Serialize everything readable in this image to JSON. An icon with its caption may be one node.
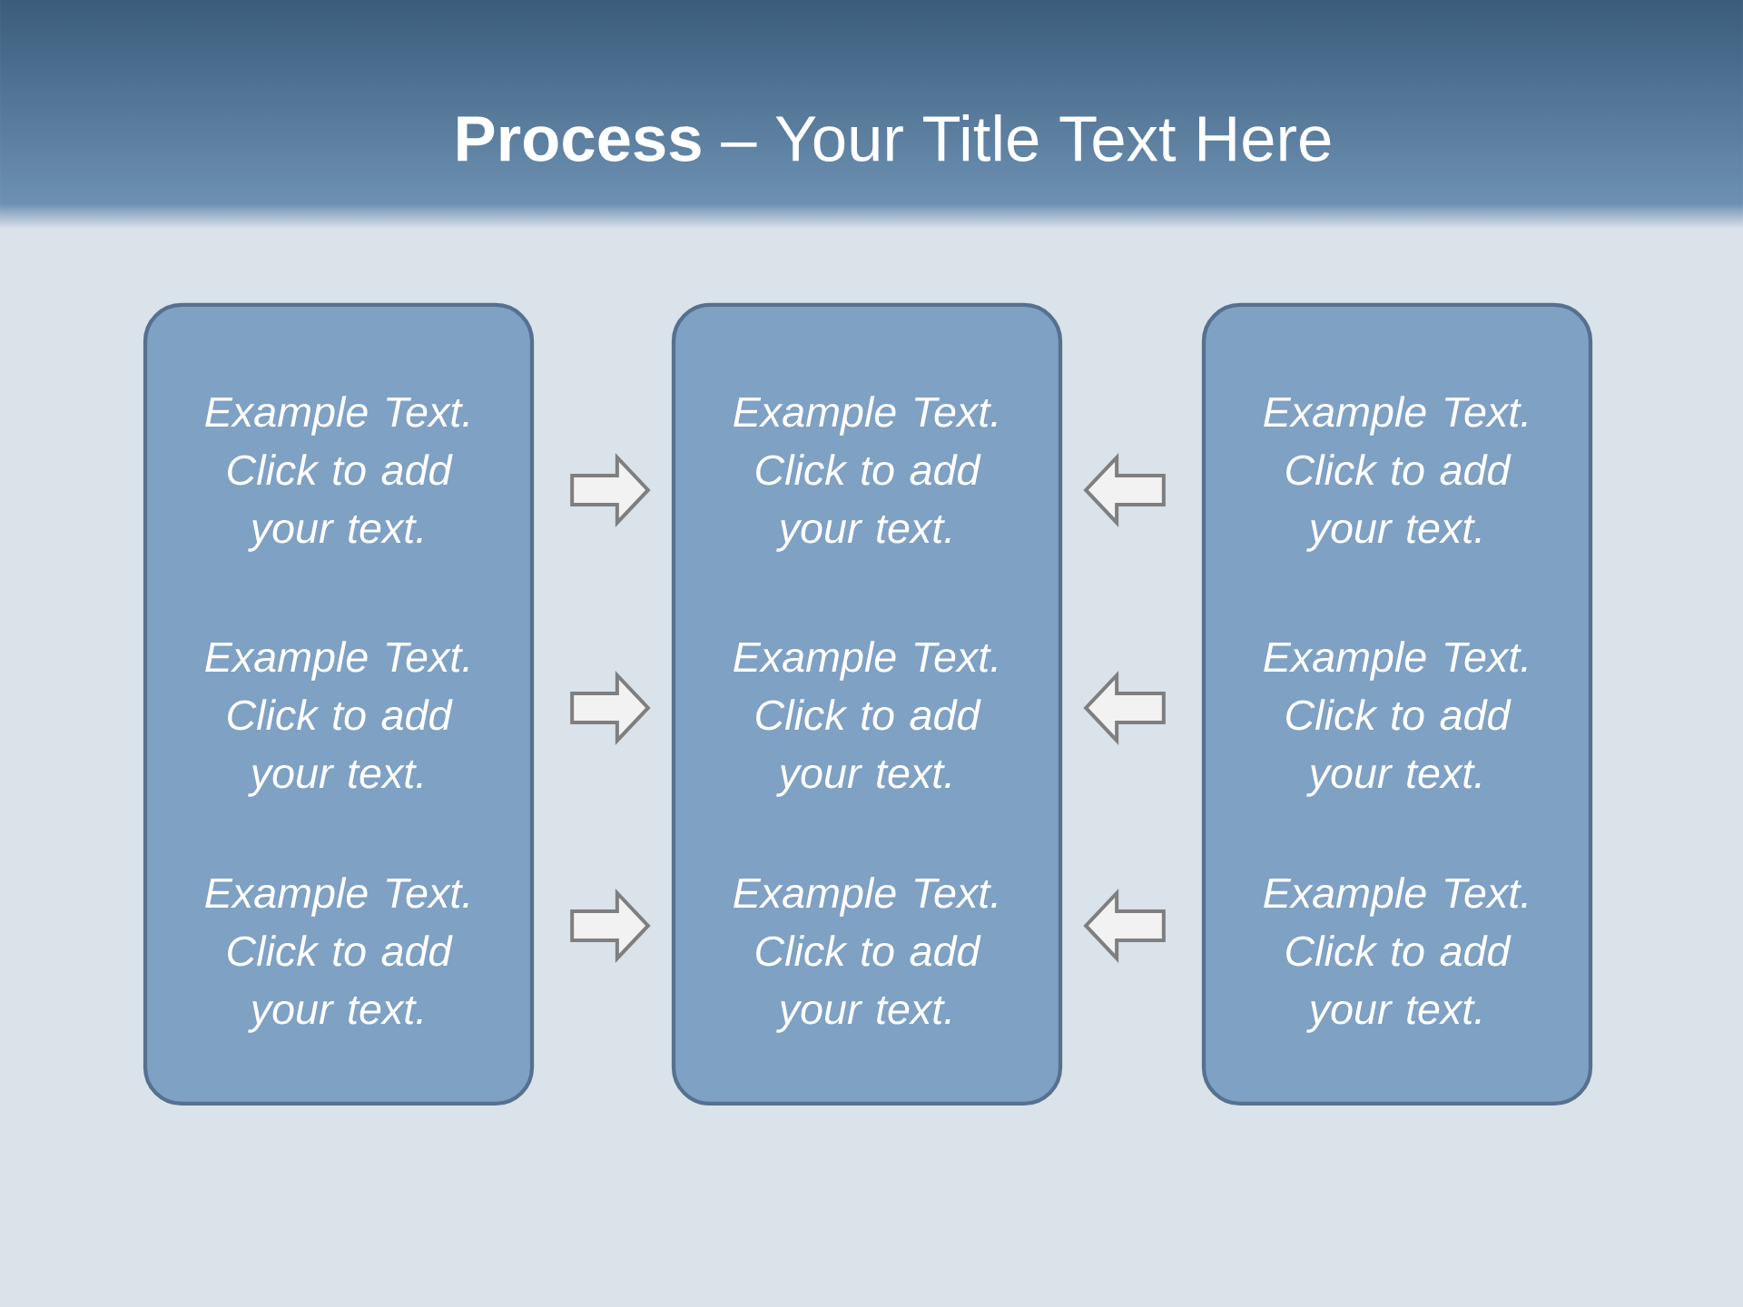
{
  "diagram": {
    "title": "**Process** – Your Title Text Here",
    "nodes": [
      {
        "text": [],
        "shape": "box"
      },
      {
        "text": [
          "Example Text. Click to add your text."
        ],
        "in": 0
      },
      {
        "text": [
          "Example Text. Click to add your text."
        ],
        "in": 0
      },
      {
        "text": [
          "Example Text. Click to add your text."
        ],
        "in": 0
      },
      {
        "text": [],
        "shape": "box"
      },
      {
        "text": [
          "Example Text. Click to add your text."
        ],
        "in": 4
      },
      {
        "text": [
          "Example Text. Click to add your text."
        ],
        "in": 4
      },
      {
        "text": [
          "Example Text. Click to add your text."
        ],
        "in": 4
      },
      {
        "text": [],
        "shape": "box"
      },
      {
        "text": [
          "Example Text. Click to add your text."
        ],
        "in": 8
      },
      {
        "text": [
          "Example Text. Click to add your text."
        ],
        "in": 8
      },
      {
        "text": [
          "Example Text. Click to add your text."
        ],
        "in": 8
      }
    ],
    "edges": [
      {
        "from": 0,
        "to": 4,
        "arrow": "to"
      },
      {
        "from": 0,
        "to": 4,
        "arrow": "to"
      },
      {
        "from": 0,
        "to": 4,
        "arrow": "to"
      },
      {
        "from": 8,
        "to": 4,
        "arrow": "to"
      },
      {
        "from": 8,
        "to": 4,
        "arrow": "to"
      },
      {
        "from": 8,
        "to": 4,
        "arrow": "to"
      }
    ]
  }
}
